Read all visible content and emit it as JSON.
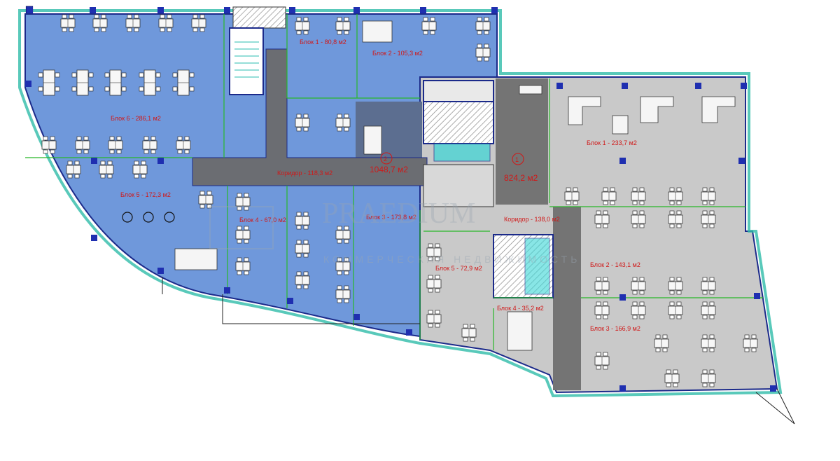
{
  "plan": {
    "zone_right": {
      "id": "1",
      "area": "824,2 м2"
    },
    "zone_left": {
      "id": "2",
      "area": "1048,7 м2"
    },
    "labels": {
      "l_b6": "Блок 6 - 286,1 м2",
      "l_b5": "Блок 5 - 172,3 м2",
      "l_b4": "Блок 4 - 67,0 м2",
      "l_b3": "Блок 3 - 173,8 м2",
      "l_b1": "Блок 1 - 80,8 м2",
      "l_b2": "Блок 2 - 105,3 м2",
      "l_corr": "Коридор - 118,3 м2",
      "r_b1": "Блок 1 - 233,7 м2",
      "r_b2": "Блок 2 - 143,1 м2",
      "r_b3": "Блок 3 - 166,9 м2",
      "r_b4": "Блок 4 - 35,2 м2",
      "r_b5": "Блок 5 - 72,9 м2",
      "r_corr": "Коридор - 138,0 м2"
    },
    "watermark": {
      "brand": "PRAEDIUM",
      "tagline": "КОММЕРЧЕСКАЯ НЕДВИЖИМОСТЬ"
    },
    "colors": {
      "left_fill": "#6f98db",
      "right_fill": "#c9c9c9",
      "corridor_fill": "#6b6d72",
      "partition": "#28b828",
      "wall": "#1b2a8a",
      "label": "#d01818"
    }
  }
}
